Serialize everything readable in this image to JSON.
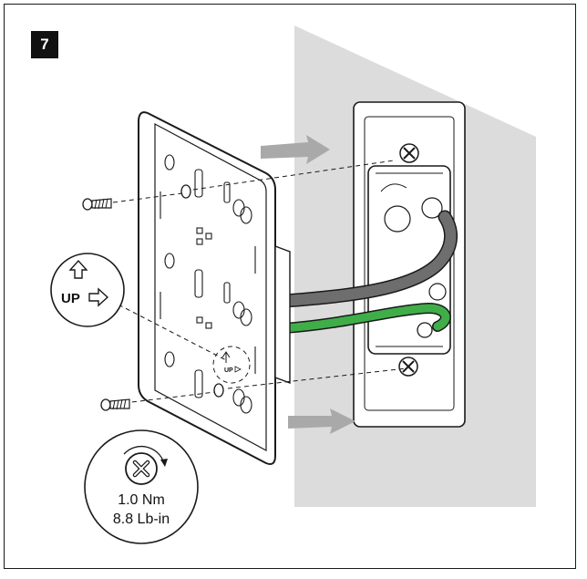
{
  "step": {
    "number": "7"
  },
  "orientation": {
    "label": "UP",
    "small_label": "UP"
  },
  "torque": {
    "nm": "1.0 Nm",
    "lbin": "8.8 Lb-in"
  },
  "colors": {
    "wall": "#dcdcdc",
    "outline": "#1a1a1a",
    "wire_gray": "#6e6e6e",
    "wire_green": "#3fae49",
    "arrow_gray": "#a9a9a9"
  },
  "icons": [
    "screw-icon",
    "up-arrow-icon",
    "right-arrow-icon",
    "phillips-screw-icon",
    "rotate-clockwise-icon"
  ]
}
